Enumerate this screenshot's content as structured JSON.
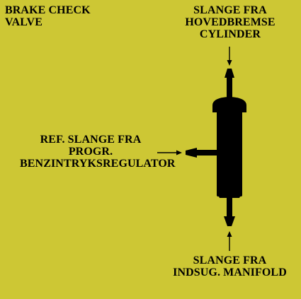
{
  "title": {
    "lines": [
      "BRAKE CHECK",
      "VALVE"
    ]
  },
  "labels": {
    "top": [
      "SLANGE FRA",
      "HOVEDBREMSE",
      "CYLINDER"
    ],
    "left": [
      "REF. SLANGE FRA",
      "PROGR.",
      "BENZINTRYKSREGULATOR"
    ],
    "bottom": [
      "SLANGE FRA",
      "INDSUG. MANIFOLD"
    ]
  },
  "colors": {
    "background": "#cdc734",
    "ink": "#000000"
  }
}
